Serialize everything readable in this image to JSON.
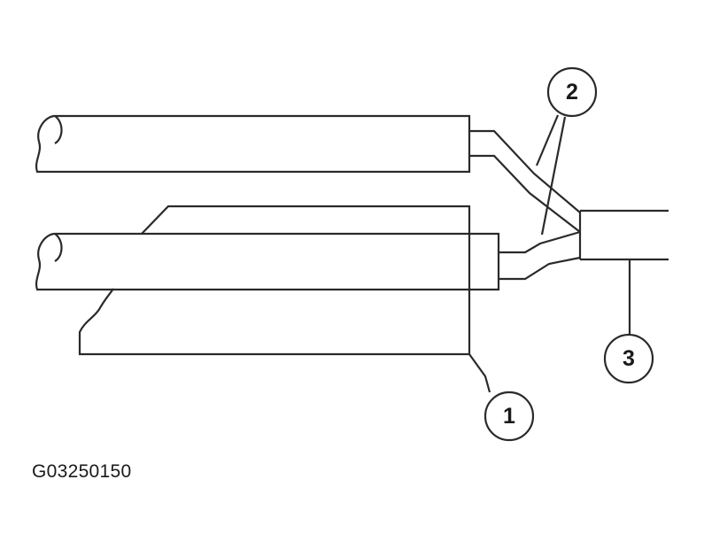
{
  "callouts": [
    {
      "id": "1",
      "label": "1"
    },
    {
      "id": "2",
      "label": "2"
    },
    {
      "id": "3",
      "label": "3"
    }
  ],
  "figure_id": "G03250150"
}
